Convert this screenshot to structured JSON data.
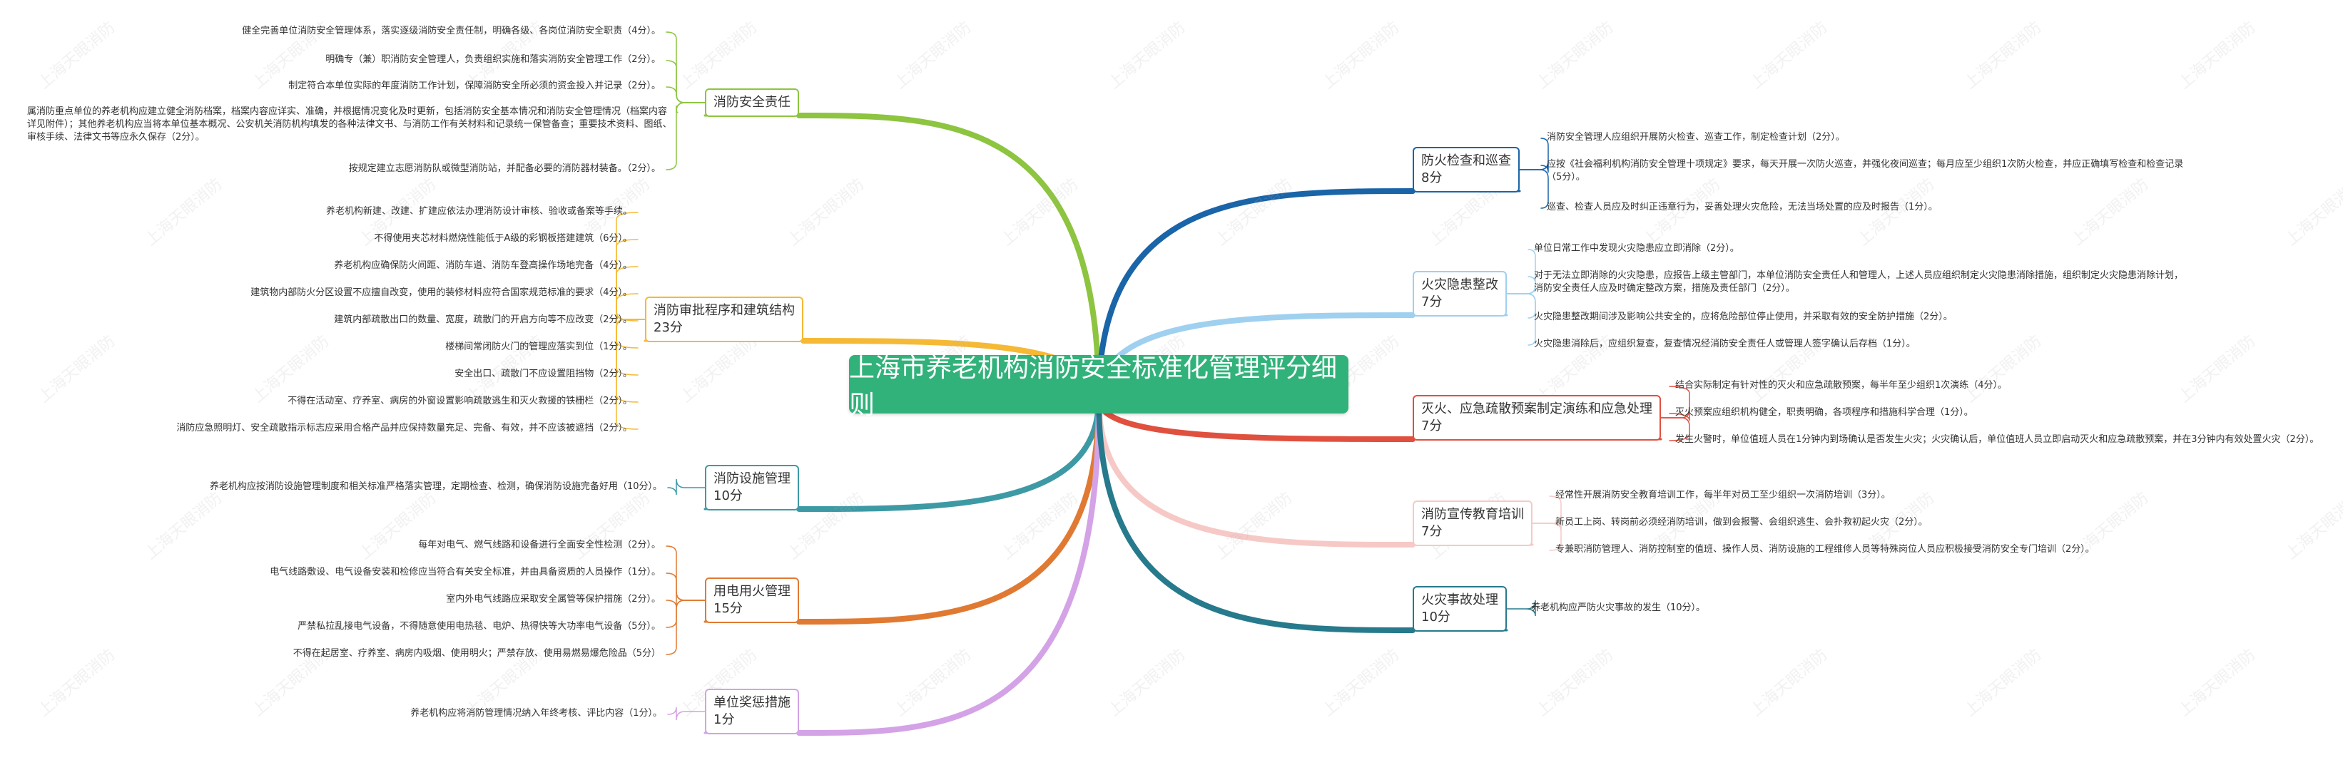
{
  "title": "上海市养老机构消防安全标准化管理评分细则",
  "watermark_text": "上海天眼消防",
  "colors": {
    "b1": "#8dc440",
    "b2": "#f5b935",
    "b3": "#3d9aa5",
    "b4": "#e07a32",
    "b5": "#d4a2e6",
    "b6": "#1a64a8",
    "b7": "#9fd0f0",
    "b8": "#e0503f",
    "b9": "#f6c9c6",
    "b10": "#267a8c",
    "central": "#31b27a"
  },
  "branches": {
    "b1": {
      "label": "消防安全责任",
      "score": "",
      "items": [
        "健全完善单位消防安全管理体系，落实逐级消防安全责任制，明确各级、各岗位消防安全职责（4分）。",
        "明确专（兼）职消防安全管理人，负责组织实施和落实消防安全管理工作（2分）。",
        "制定符合本单位实际的年度消防工作计划，保障消防安全所必须的资金投入并记录（2分）。",
        "属消防重点单位的养老机构应建立健全消防档案，档案内容应详实、准确，并根据情况变化及时更新，包括消防安全基本情况和消防安全管理情况（档案内容详见附件）；其他养老机构应当将本单位基本概况、公安机关消防机构填发的各种法律文书、与消防工作有关材料和记录统一保管备查；重要技术资料、图纸、审核手续、法律文书等应永久保存（2分）。",
        "按规定建立志愿消防队或微型消防站，并配备必要的消防器材装备。（2分）。"
      ]
    },
    "b2": {
      "label": "消防审批程序和建筑结构",
      "score": "23分",
      "items": [
        "养老机构新建、改建、扩建应依法办理消防设计审核、验收或备案等手续。",
        "不得使用夹芯材料燃烧性能低于A级的彩钢板搭建建筑（6分）。",
        "养老机构应确保防火间距、消防车道、消防车登高操作场地完备（4分）。",
        "建筑物内部防火分区设置不应擅自改变，使用的装修材料应符合国家规范标准的要求（4分）。",
        "建筑内部疏散出口的数量、宽度，疏散门的开启方向等不应改变（2分）。",
        "楼梯间常闭防火门的管理应落实到位（1分）。",
        "安全出口、疏散门不应设置阻挡物（2分）。",
        "不得在活动室、疗养室、病房的外窗设置影响疏散逃生和灭火救援的铁栅栏（2分）。",
        "消防应急照明灯、安全疏散指示标志应采用合格产品并应保持数量充足、完备、有效，并不应该被遮挡（2分）。"
      ]
    },
    "b3": {
      "label": "消防设施管理",
      "score": "10分",
      "items": [
        "养老机构应按消防设施管理制度和相关标准严格落实管理，定期检查、检测，确保消防设施完备好用（10分）。"
      ]
    },
    "b4": {
      "label": "用电用火管理",
      "score": "15分",
      "items": [
        "每年对电气、燃气线路和设备进行全面安全性检测（2分）。",
        "电气线路敷设、电气设备安装和检修应当符合有关安全标准，并由具备资质的人员操作（1分）。",
        "室内外电气线路应采取安全属管等保护措施（2分）。",
        "严禁私拉乱接电气设备，不得随意使用电热毯、电炉、热得快等大功率电气设备（5分）。",
        "不得在起居室、疗养室、病房内吸烟、使用明火；严禁存放、使用易燃易爆危险品（5分）"
      ]
    },
    "b5": {
      "label": "单位奖惩措施",
      "score": "1分",
      "items": [
        "养老机构应将消防管理情况纳入年终考核、评比内容（1分）。"
      ]
    },
    "b6": {
      "label": "防火检查和巡查",
      "score": "8分",
      "items": [
        "消防安全管理人应组织开展防火检查、巡查工作，制定检查计划（2分）。",
        "应按《社会福利机构消防安全管理十项规定》要求，每天开展一次防火巡查，并强化夜间巡查；每月应至少组织1次防火检查，并应正确填写检查和检查记录（5分）。",
        "巡查、检查人员应及时纠正违章行为，妥善处理火灾危险，无法当场处置的应及时报告（1分）。"
      ]
    },
    "b7": {
      "label": "火灾隐患整改",
      "score": "7分",
      "items": [
        "单位日常工作中发现火灾隐患应立即消除（2分）。",
        "对于无法立即消除的火灾隐患，应报告上级主管部门，本单位消防安全责任人和管理人，上述人员应组织制定火灾隐患消除措施，组织制定火灾隐患消除计划，消防安全责任人应及时确定整改方案，措施及责任部门（2分）。",
        "火灾隐患整改期间涉及影响公共安全的，应将危险部位停止使用，并采取有效的安全防护措施（2分）。",
        "火灾隐患消除后，应组织复查，复查情况经消防安全责任人或管理人签字确认后存档（1分）。"
      ]
    },
    "b8": {
      "label": "灭火、应急疏散预案制定演练和应急处理",
      "score": "7分",
      "items": [
        "结合实际制定有针对性的灭火和应急疏散预案，每半年至少组织1次演练（4分）。",
        "灭火预案应组织机构健全，职责明确，各项程序和措施科学合理（1分）。",
        "发生火警时，单位值班人员在1分钟内到场确认是否发生火灾；火灾确认后，单位值班人员立即启动灭火和应急疏散预案，并在3分钟内有效处置火灾（2分）。"
      ]
    },
    "b9": {
      "label": "消防宣传教育培训",
      "score": "7分",
      "items": [
        "经常性开展消防安全教育培训工作，每半年对员工至少组织一次消防培训（3分）。",
        "新员工上岗、转岗前必须经消防培训，做到会报警、会组织逃生、会扑救初起火灾（2分）。",
        "专兼职消防管理人、消防控制室的值班、操作人员、消防设施的工程维修人员等特殊岗位人员应积极接受消防安全专门培训（2分）。"
      ]
    },
    "b10": {
      "label": "火灾事故处理",
      "score": "10分",
      "items": [
        "养老机构应严防火灾事故的发生（10分）。"
      ]
    }
  }
}
